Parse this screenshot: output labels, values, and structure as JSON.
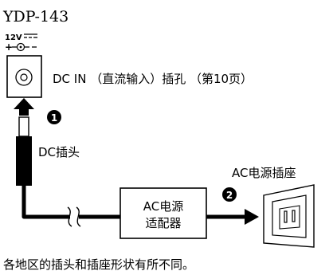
{
  "model": "YDP-143",
  "dc_symbol": {
    "voltage": "12V",
    "polarity": "+-◎-−"
  },
  "labels": {
    "dc_in": "DC IN （直流输入）插孔 （第10页）",
    "dc_plug": "DC插头",
    "adapter_line1": "AC电源",
    "adapter_line2": "适配器",
    "outlet": "AC电源插座",
    "footnote": "各地区的插头和插座形状有所不同。"
  },
  "steps": [
    {
      "number": "1"
    },
    {
      "number": "2"
    }
  ]
}
